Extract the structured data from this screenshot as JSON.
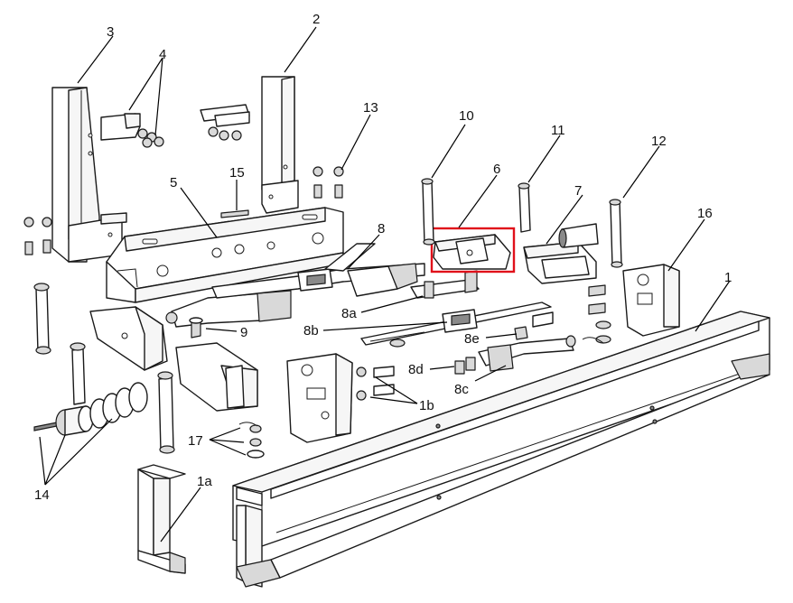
{
  "callouts": [
    {
      "id": "c-1",
      "text": "1"
    },
    {
      "id": "c-1a",
      "text": "1a"
    },
    {
      "id": "c-1b",
      "text": "1b"
    },
    {
      "id": "c-2",
      "text": "2"
    },
    {
      "id": "c-3",
      "text": "3"
    },
    {
      "id": "c-4",
      "text": "4"
    },
    {
      "id": "c-5",
      "text": "5"
    },
    {
      "id": "c-6",
      "text": "6"
    },
    {
      "id": "c-7",
      "text": "7"
    },
    {
      "id": "c-8",
      "text": "8"
    },
    {
      "id": "c-8a",
      "text": "8a"
    },
    {
      "id": "c-8b",
      "text": "8b"
    },
    {
      "id": "c-8c",
      "text": "8c"
    },
    {
      "id": "c-8d",
      "text": "8d"
    },
    {
      "id": "c-8e",
      "text": "8e"
    },
    {
      "id": "c-9",
      "text": "9"
    },
    {
      "id": "c-10",
      "text": "10"
    },
    {
      "id": "c-11",
      "text": "11"
    },
    {
      "id": "c-12",
      "text": "12"
    },
    {
      "id": "c-13",
      "text": "13"
    },
    {
      "id": "c-14",
      "text": "14"
    },
    {
      "id": "c-15",
      "text": "15"
    },
    {
      "id": "c-16",
      "text": "16"
    },
    {
      "id": "c-17",
      "text": "17"
    }
  ],
  "highlight": {
    "target": "6",
    "color": "#e0101a"
  }
}
